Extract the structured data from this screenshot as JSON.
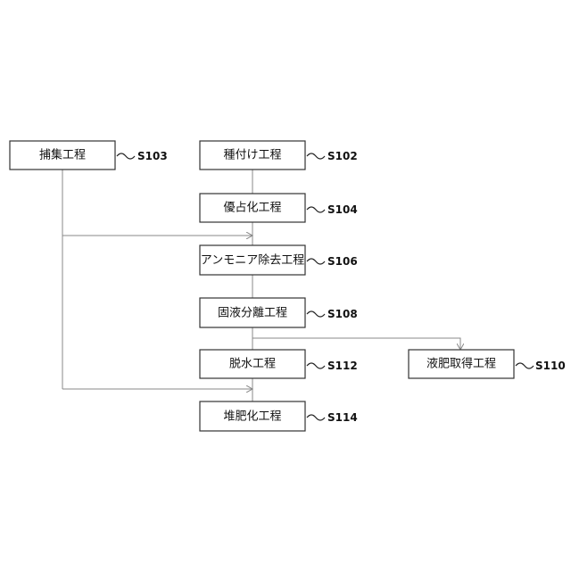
{
  "steps": {
    "s103": {
      "label": "捕集工程",
      "ref": "S103"
    },
    "s102": {
      "label": "種付け工程",
      "ref": "S102"
    },
    "s104": {
      "label": "優占化工程",
      "ref": "S104"
    },
    "s106": {
      "label": "アンモニア除去工程",
      "ref": "S106"
    },
    "s108": {
      "label": "固液分離工程",
      "ref": "S108"
    },
    "s112": {
      "label": "脱水工程",
      "ref": "S112"
    },
    "s110": {
      "label": "液肥取得工程",
      "ref": "S110"
    },
    "s114": {
      "label": "堆肥化工程",
      "ref": "S114"
    }
  },
  "connections": [
    {
      "from": "s102",
      "to": "s104"
    },
    {
      "from": "s104",
      "to": "s106"
    },
    {
      "from": "s106",
      "to": "s108"
    },
    {
      "from": "s108",
      "to": "s112"
    },
    {
      "from": "s112",
      "to": "s114"
    },
    {
      "from": "s108",
      "to": "s110"
    },
    {
      "from": "s103",
      "to": "s106"
    },
    {
      "from": "s103",
      "to": "s114"
    }
  ]
}
